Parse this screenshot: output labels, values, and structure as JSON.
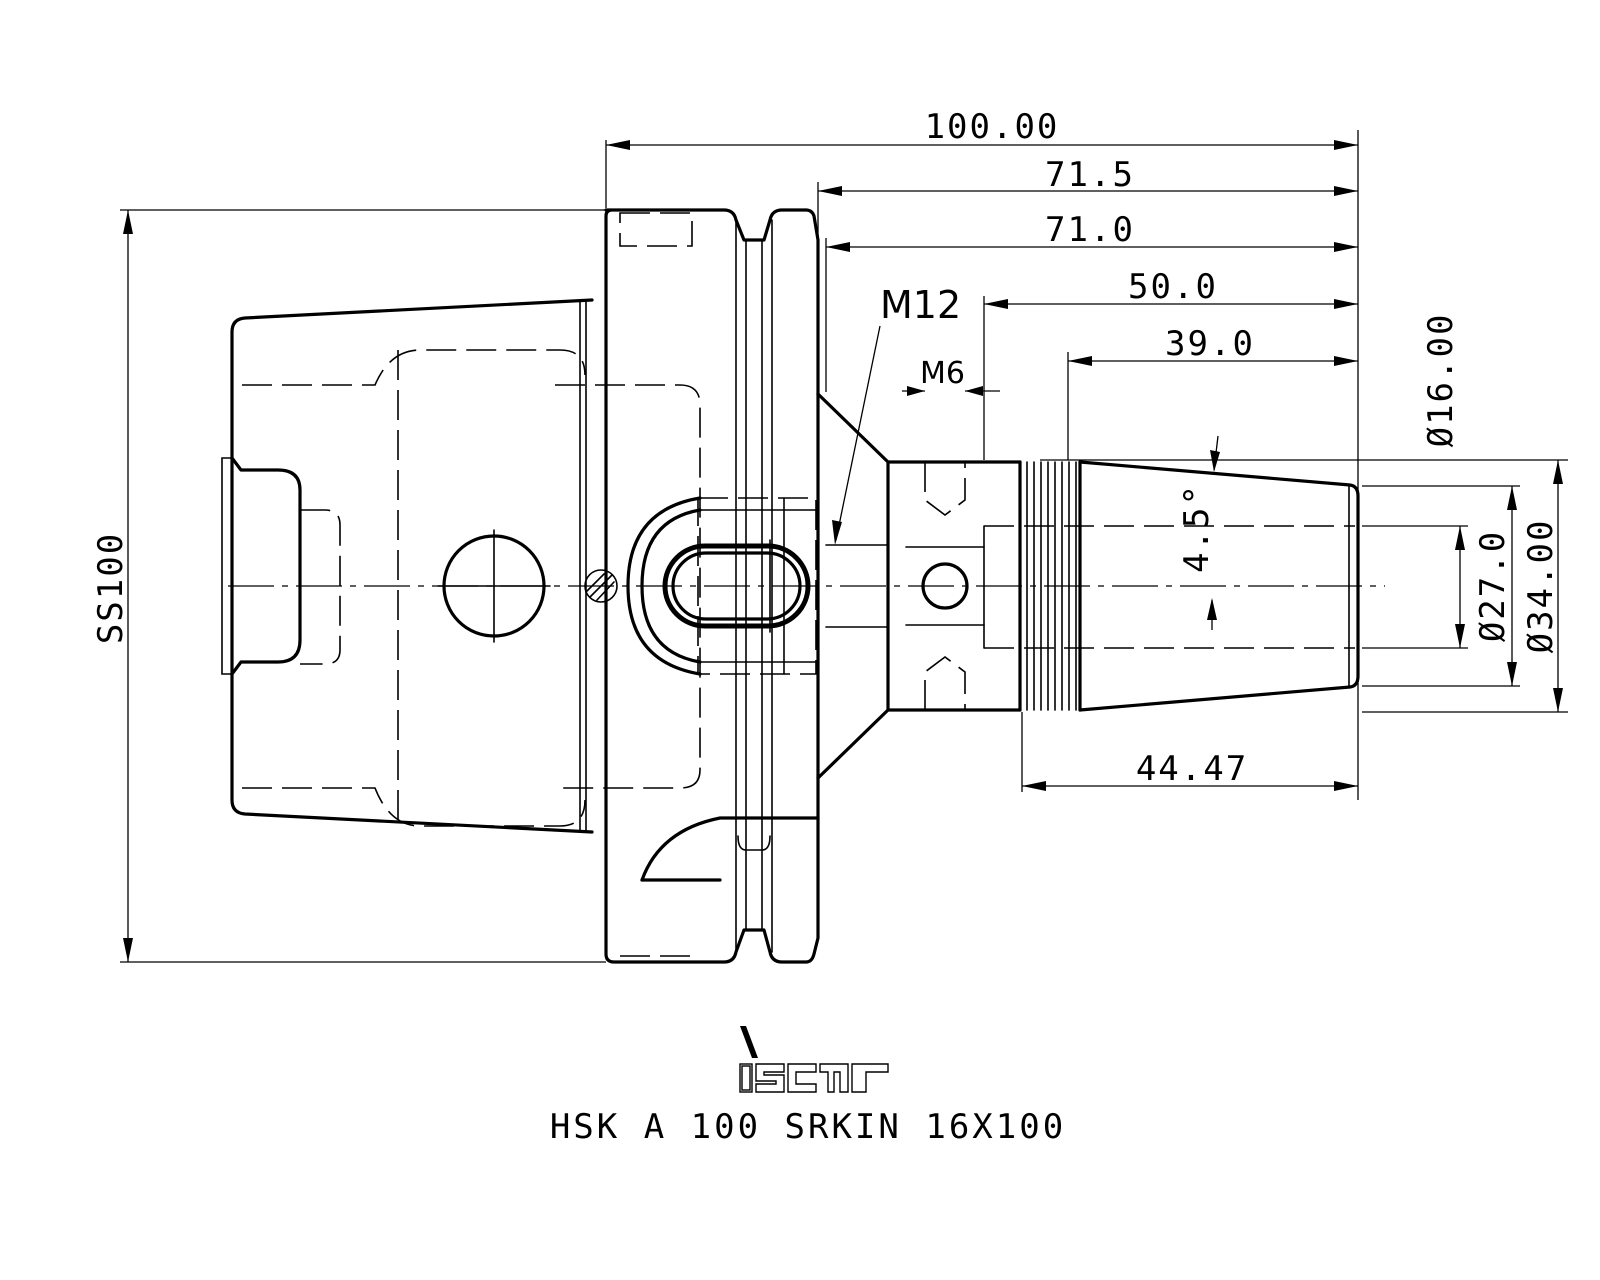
{
  "drawing": {
    "dimensions": {
      "overall_length": "100.00",
      "length_to_flange": "71.5",
      "length_to_face": "71.0",
      "length_50": "50.0",
      "length_39": "39.0",
      "thread_length": "44.47",
      "shank_height": "SS100",
      "diameter_16": "Ø16.00",
      "diameter_27": "Ø27.0",
      "diameter_34": "Ø34.00",
      "taper_angle": "4.5°"
    },
    "callouts": {
      "m12": "M12",
      "m6": "M6"
    },
    "logo": "iscar",
    "caption": "HSK A 100 SRKIN 16X100"
  }
}
